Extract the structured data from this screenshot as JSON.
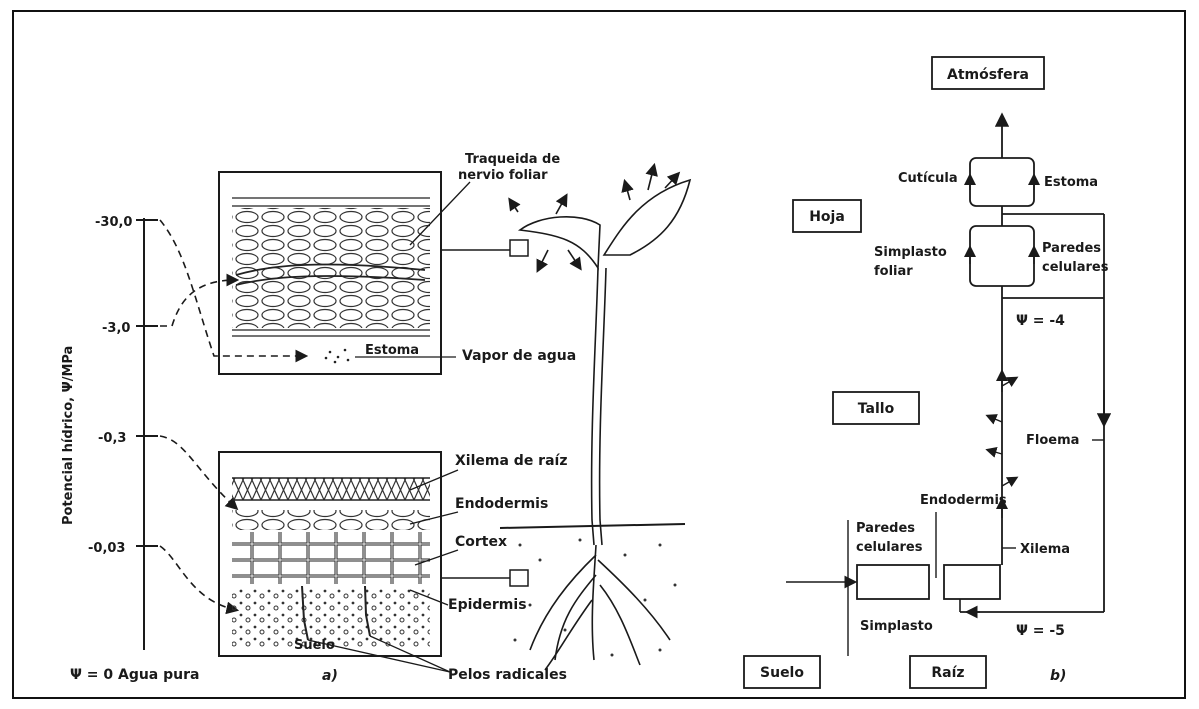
{
  "panel_a": {
    "axis_title": "Potencial hídrico, Ψ/MPa",
    "ticks": [
      "-30,0",
      "-3,0",
      "-0,3",
      "-0,03"
    ],
    "axis_bottom": "Ψ = 0 Agua pura",
    "leaf_labels": {
      "traqueida": "Traqueida de nervio foliar",
      "estoma": "Estoma",
      "vapor": "Vapor de agua"
    },
    "root_labels": {
      "xilema": "Xilema de raíz",
      "endodermis": "Endodermis",
      "cortex": "Cortex",
      "epidermis": "Epidermis",
      "suelo": "Suelo",
      "pelos": "Pelos radicales"
    },
    "caption": "a)"
  },
  "panel_b": {
    "boxes": {
      "atmosfera": "Atmósfera",
      "hoja": "Hoja",
      "tallo": "Tallo",
      "suelo": "Suelo",
      "raiz": "Raíz"
    },
    "labels": {
      "cuticula": "Cutícula",
      "estoma": "Estoma",
      "simplasto_foliar": "Simplasto foliar",
      "paredes_top": "Paredes celulares",
      "psi_top": "Ψ = -4",
      "floema": "Floema",
      "endodermis": "Endodermis",
      "paredes_bottom": "Paredes celulares",
      "xilema": "Xilema",
      "simplasto": "Simplasto",
      "psi_bottom": "Ψ = -5"
    },
    "caption": "b)"
  }
}
